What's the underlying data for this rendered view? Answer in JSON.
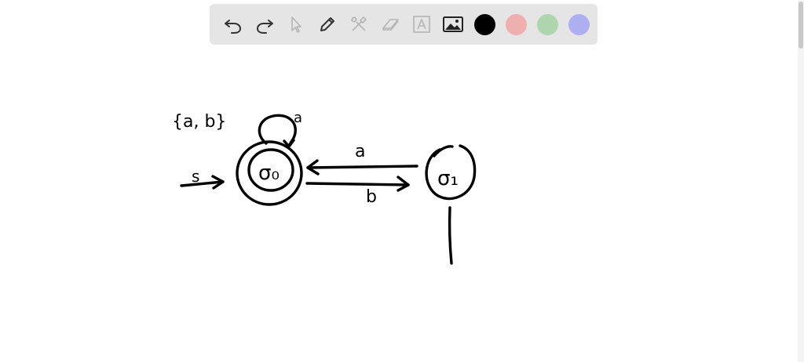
{
  "toolbar": {
    "tools": [
      {
        "name": "undo-icon"
      },
      {
        "name": "redo-icon"
      },
      {
        "name": "pointer-icon"
      },
      {
        "name": "pencil-icon"
      },
      {
        "name": "tools-icon"
      },
      {
        "name": "eraser-icon"
      },
      {
        "name": "text-icon"
      },
      {
        "name": "image-icon"
      }
    ],
    "colors": [
      "#000000",
      "#efafae",
      "#aed6ae",
      "#aeaff0"
    ],
    "selected_color": "#000000"
  },
  "drawing": {
    "alphabet": "{a, b}",
    "state_q0_label": "σ₀",
    "state_q1_label": "σ₁",
    "start_label": "s",
    "self_loop_label": "a",
    "edge_q1_to_q0_label": "a",
    "edge_q0_to_q1_label": "b"
  }
}
